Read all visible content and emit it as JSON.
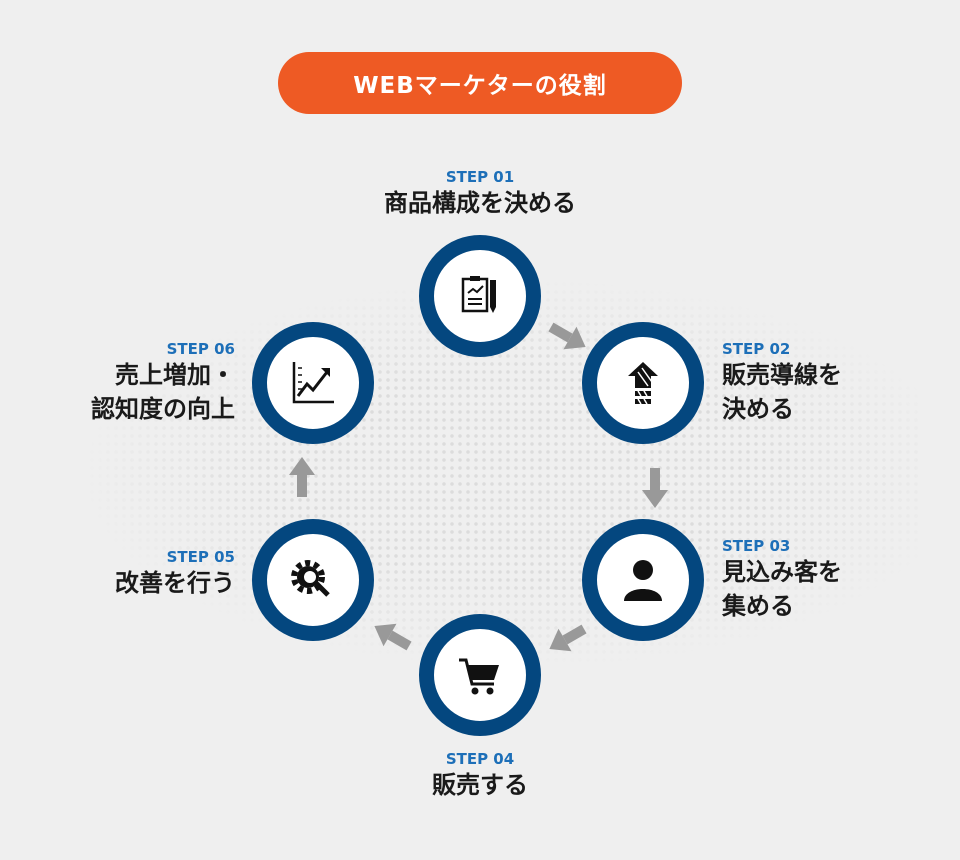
{
  "title": "WEBマーケターの役割",
  "steps": [
    {
      "step": "STEP 01",
      "text": "商品構成を決める",
      "icon": "clipboard-chart-icon"
    },
    {
      "step": "STEP 02",
      "line1": "販売導線を",
      "line2": "決める",
      "icon": "up-arrow-icon"
    },
    {
      "step": "STEP 03",
      "line1": "見込み客を",
      "line2": "集める",
      "icon": "person-icon"
    },
    {
      "step": "STEP 04",
      "text": "販売する",
      "icon": "cart-icon"
    },
    {
      "step": "STEP 05",
      "text": "改善を行う",
      "icon": "gear-search-icon"
    },
    {
      "step": "STEP 06",
      "line1": "売上増加・",
      "line2": "認知度の向上",
      "icon": "growth-chart-icon"
    }
  ],
  "colors": {
    "accent": "#ee5a24",
    "ring": "#04477f",
    "step": "#1d6fb8",
    "arrow": "#999999"
  }
}
